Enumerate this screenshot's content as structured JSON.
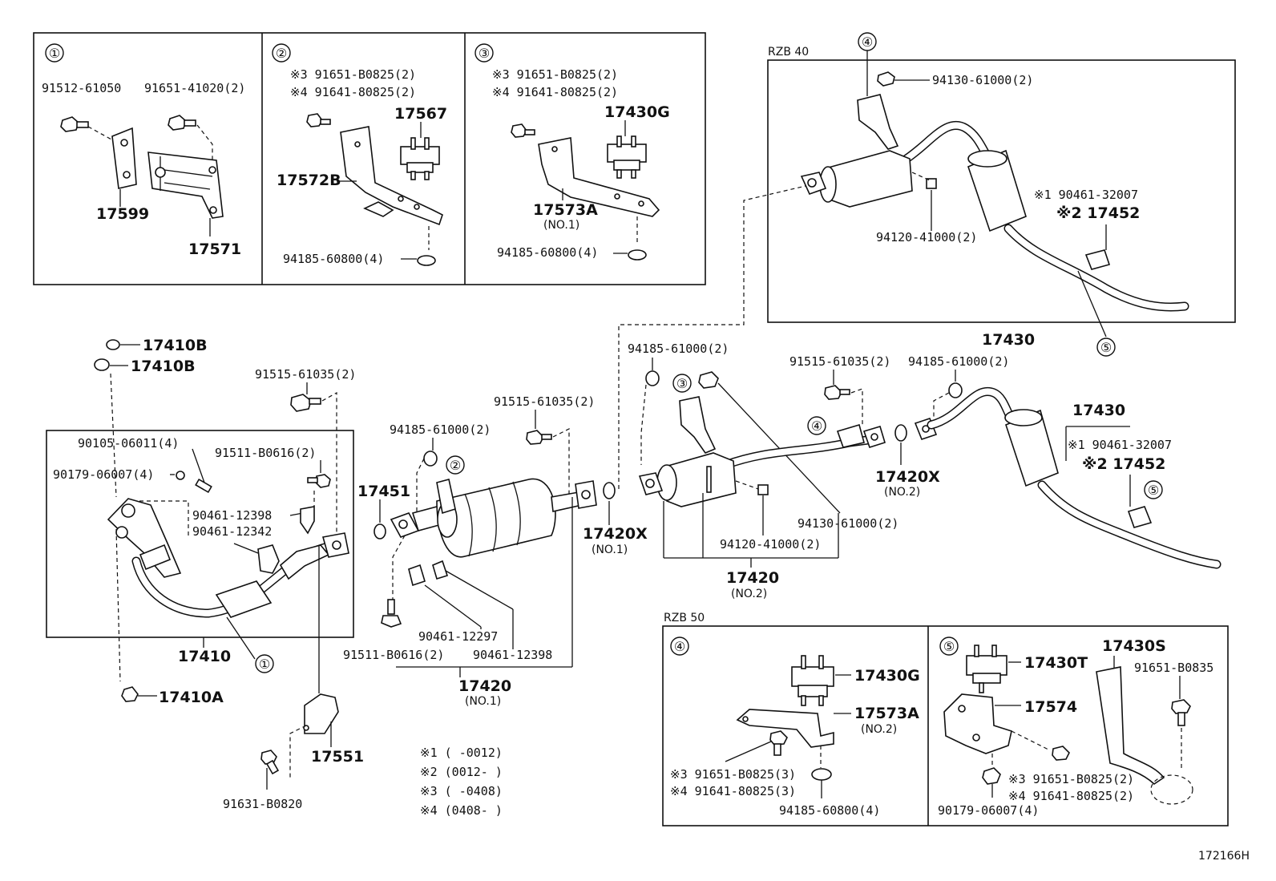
{
  "diagram_id": "172166H",
  "variants": {
    "rzb40": "RZB 40",
    "rzb50": "RZB 50"
  },
  "circled": {
    "c1": "①",
    "c2": "②",
    "c3": "③",
    "c4": "④",
    "c5": "⑤"
  },
  "inset1": {
    "p1": "91512-61050",
    "p2": "91651-41020(2)",
    "p3": "17599",
    "p4": "17571"
  },
  "inset2": {
    "p1": "※3 91651-B0825(2)",
    "p2": "※4 91641-80825(2)",
    "p3": "17567",
    "p4": "17572B",
    "p5": "94185-60800(4)"
  },
  "inset3": {
    "p1": "※3 91651-B0825(2)",
    "p2": "※4 91641-80825(2)",
    "p3": "17430G",
    "p4": "17573A",
    "p4sub": "(NO.1)",
    "p5": "94185-60800(4)"
  },
  "rzb40box": {
    "p1": "94130-61000(2)",
    "p2": "94120-41000(2)",
    "p3": "※1 90461-32007",
    "p4": "※2 17452",
    "p5": "17430"
  },
  "main": {
    "p17410b_1": "17410B",
    "p17410b_2": "17410B",
    "p91515a": "91515-61035(2)",
    "p90105": "90105-06011(4)",
    "p91511a": "91511-B0616(2)",
    "p90179a": "90179-06007(4)",
    "p90461_12398a": "90461-12398",
    "p90461_12342": "90461-12342",
    "p17410": "17410",
    "p17410a": "17410A",
    "p17551": "17551",
    "p91631": "91631-B0820",
    "p94185a": "94185-61000(2)",
    "p91515b": "91515-61035(2)",
    "p17451": "17451",
    "p17420x_1": "17420X",
    "p17420x_1sub": "(NO.1)",
    "p90461_12297": "90461-12297",
    "p91511b": "91511-B0616(2)",
    "p90461_12398b": "90461-12398",
    "p17420_1": "17420",
    "p17420_1sub": "(NO.1)",
    "p94185b": "94185-61000(2)",
    "p91515c": "91515-61035(2)",
    "p94185c": "94185-61000(2)",
    "p94130": "94130-61000(2)",
    "p94120": "94120-41000(2)",
    "p17420_2": "17420",
    "p17420_2sub": "(NO.2)",
    "p17420x_2": "17420X",
    "p17420x_2sub": "(NO.2)",
    "p17430": "17430",
    "p90461_32007": "※1 90461-32007",
    "p17452": "※2 17452"
  },
  "notes": {
    "n1": "※1 (    -0012)",
    "n2": "※2 (0012-    )",
    "n3": "※3 (    -0408)",
    "n4": "※4 (0408-    )"
  },
  "rzb50_4": {
    "p1": "17430G",
    "p2": "17573A",
    "p2sub": "(NO.2)",
    "p3": "※3 91651-B0825(3)",
    "p4": "※4 91641-80825(3)",
    "p5": "94185-60800(4)"
  },
  "rzb50_5": {
    "p1": "17430S",
    "p2": "17430T",
    "p3": "91651-B0835",
    "p4": "17574",
    "p5": "※3 91651-B0825(2)",
    "p6": "※4 91641-80825(2)",
    "p7": "90179-06007(4)"
  }
}
